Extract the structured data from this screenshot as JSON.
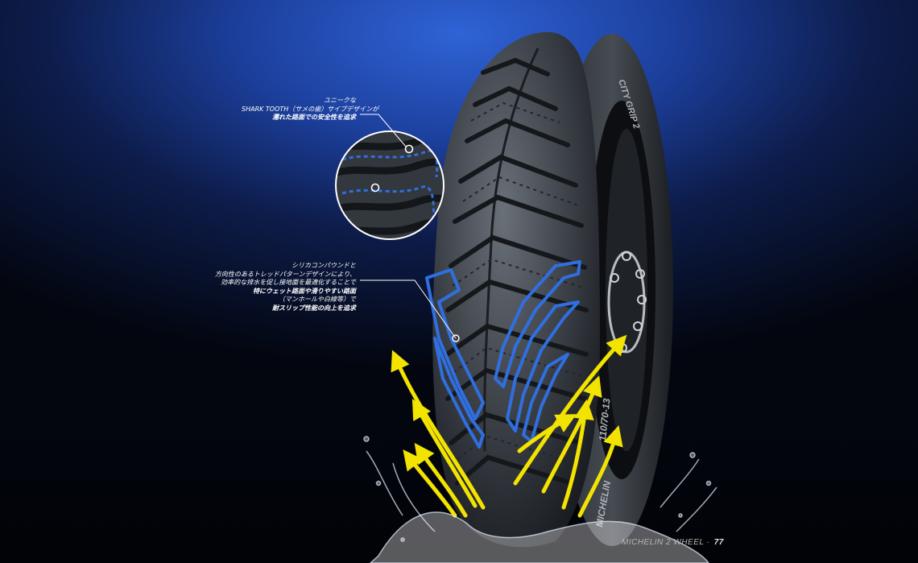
{
  "callouts": [
    {
      "lines": [
        {
          "text": "ユニークな",
          "bold": false
        },
        {
          "text": "SHARK TOOTH（サメの歯）サイプデザインが",
          "bold": false
        },
        {
          "text": "濡れた路面での安全性を追求",
          "bold": true
        }
      ]
    },
    {
      "lines": [
        {
          "text": "シリカコンパウンドと",
          "bold": false
        },
        {
          "text": "方向性のあるトレッドパターンデザインにより、",
          "bold": false
        },
        {
          "text": "効率的な排水を促し接地面を最適化することで",
          "bold": false
        },
        {
          "text": "特にウェット路面や滑りやすい路面",
          "bold": true
        },
        {
          "text": "（マンホールや白線等）で",
          "bold": false
        },
        {
          "text": "耐スリップ性能の向上を追求",
          "bold": true
        }
      ]
    }
  ],
  "tire": {
    "sidewall_model": "CITY GRIP 2",
    "sidewall_size": "110/70-13",
    "sidewall_brand": "MICHELIN"
  },
  "footer": {
    "text": "MICHELIN 2 WHEEL",
    "page": "77"
  },
  "colors": {
    "tread_highlight": "#2f6fe0",
    "water_arrow": "#f2e300",
    "callout_ring": "#ffffff"
  }
}
